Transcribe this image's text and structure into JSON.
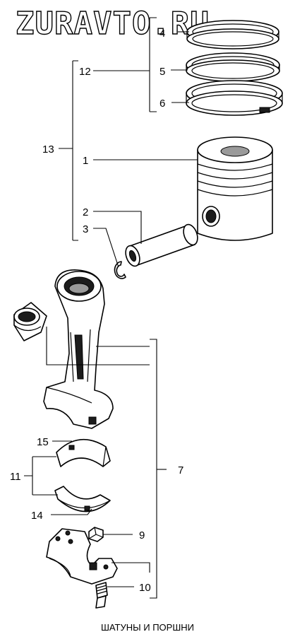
{
  "watermark": "ZURAVTO.RU",
  "caption": "ШАТУНЫ И ПОРШНИ",
  "callouts": {
    "c1": "1",
    "c2": "2",
    "c3": "3",
    "c4": "4",
    "c5": "5",
    "c6": "6",
    "c7": "7",
    "c9": "9",
    "c10": "10",
    "c11": "11",
    "c12": "12",
    "c13": "13",
    "c14": "14",
    "c15": "15"
  }
}
